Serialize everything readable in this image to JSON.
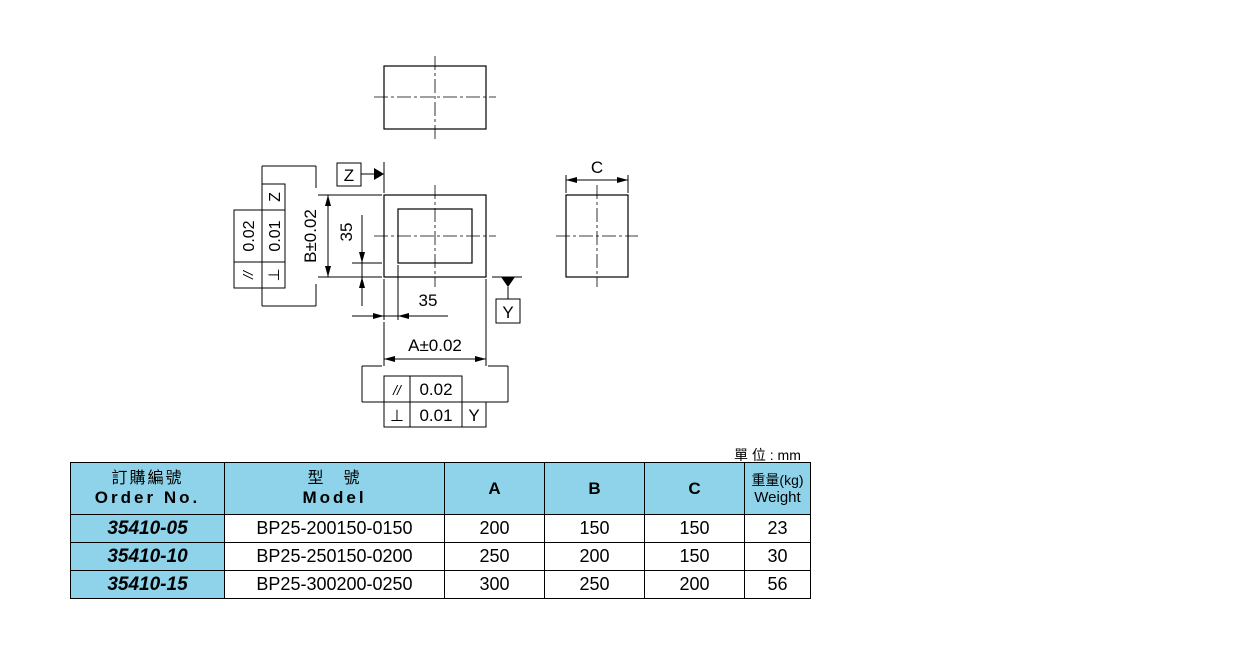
{
  "drawing": {
    "z_datum": "Z",
    "y_datum": "Y",
    "c_dim": "C",
    "b_dim": "B±0.02",
    "v_dim_35": "35",
    "h_dim_35": "35",
    "a_dim": "A±0.02",
    "left_frame": {
      "parallel_symbol": "//",
      "parallel_value": "0.02",
      "perp_symbol": "⊥",
      "perp_value": "0.01",
      "datum": "Z"
    },
    "bottom_frame": {
      "parallel_symbol": "//",
      "parallel_value": "0.02",
      "perp_symbol": "⊥",
      "perp_value": "0.01",
      "datum": "Y"
    }
  },
  "unit": "單 位 : mm",
  "table": {
    "headers": {
      "order_zh": "訂購編號",
      "order_en": "Order No.",
      "model_zh": "型　號",
      "model_en": "Model",
      "a": "A",
      "b": "B",
      "c": "C",
      "weight_zh": "重量(kg)",
      "weight_en": "Weight"
    },
    "rows": [
      {
        "order": "35410-05",
        "model": "BP25-200150-0150",
        "a": "200",
        "b": "150",
        "c": "150",
        "weight": "23"
      },
      {
        "order": "35410-10",
        "model": "BP25-250150-0200",
        "a": "250",
        "b": "200",
        "c": "150",
        "weight": "30"
      },
      {
        "order": "35410-15",
        "model": "BP25-300200-0250",
        "a": "300",
        "b": "250",
        "c": "200",
        "weight": "56"
      }
    ]
  },
  "colors": {
    "header_bg": "#8fd3ea",
    "order_bg": "#8fd3ea"
  }
}
